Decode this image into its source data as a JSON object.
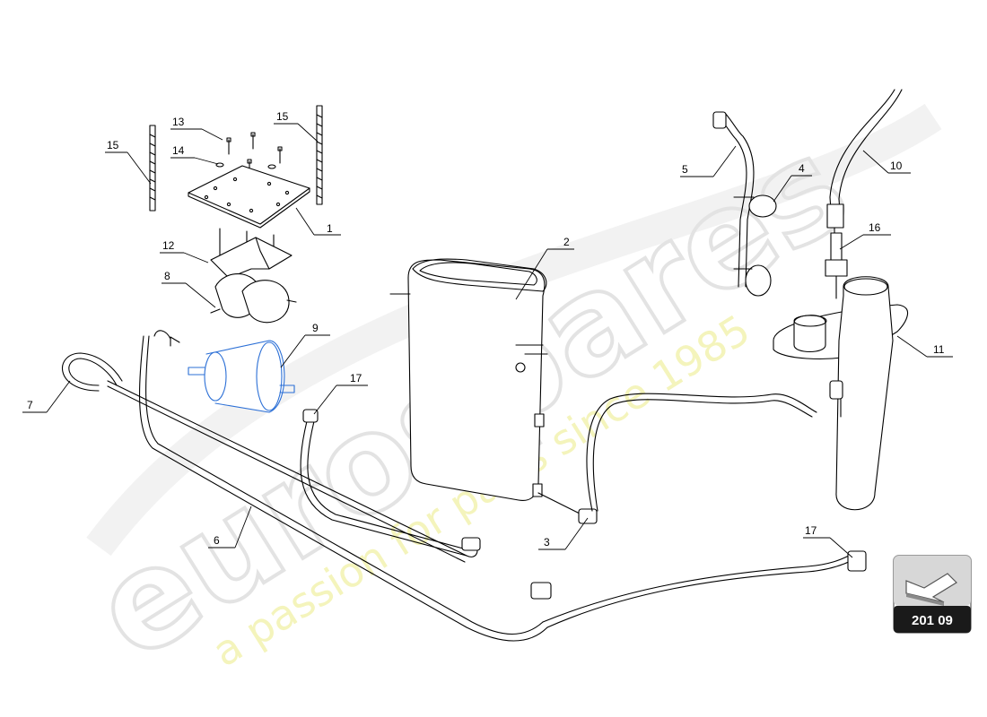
{
  "watermark": {
    "brand": "eurospares",
    "tagline": "a passion for parts since 1985"
  },
  "callouts": [
    {
      "id": "c1",
      "label": "1"
    },
    {
      "id": "c2",
      "label": "2"
    },
    {
      "id": "c3",
      "label": "3"
    },
    {
      "id": "c4",
      "label": "4"
    },
    {
      "id": "c5",
      "label": "5"
    },
    {
      "id": "c6",
      "label": "6"
    },
    {
      "id": "c7",
      "label": "7"
    },
    {
      "id": "c8",
      "label": "8"
    },
    {
      "id": "c9",
      "label": "9"
    },
    {
      "id": "c10",
      "label": "10"
    },
    {
      "id": "c11",
      "label": "11"
    },
    {
      "id": "c12",
      "label": "12"
    },
    {
      "id": "c13",
      "label": "13"
    },
    {
      "id": "c14",
      "label": "14"
    },
    {
      "id": "c15a",
      "label": "15"
    },
    {
      "id": "c15b",
      "label": "15"
    },
    {
      "id": "c16",
      "label": "16"
    },
    {
      "id": "c17a",
      "label": "17"
    },
    {
      "id": "c17b",
      "label": "17"
    }
  ],
  "badge": {
    "code": "201 09"
  },
  "colors": {
    "line": "#000000",
    "filter_highlight": "#2b6fd6",
    "badge_bg": "#1a1a1a",
    "badge_frame": "#bdbdbd",
    "watermark": "#e6e6e6",
    "tagline": "#f2f2a8"
  }
}
